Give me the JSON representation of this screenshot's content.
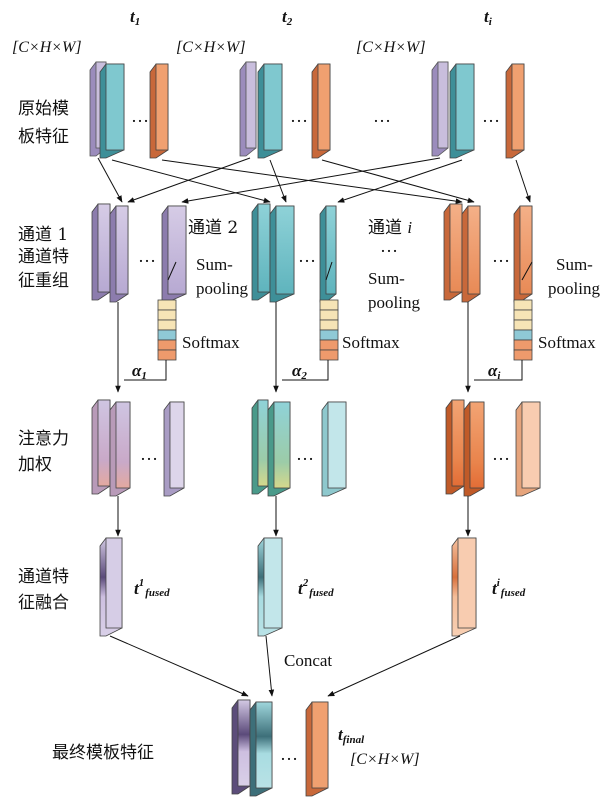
{
  "colors": {
    "purple": "#c9bedd",
    "purple_side": "#8c7cad",
    "teal": "#7fc8cf",
    "teal_side": "#3e8f98",
    "orange": "#f0a070",
    "orange_side": "#c8683a",
    "light_purple": "#ddd5ea",
    "light_teal": "#c2e6ea",
    "light_orange": "#f8ccb0",
    "softmax_top": "#f6e4b6",
    "softmax_mid": "#8fc9d6",
    "softmax_bottom": "#ee9a6c"
  },
  "top": {
    "t1_main": "t",
    "t1_sub": "1",
    "t2_main": "t",
    "t2_sub": "2",
    "ti_main": "t",
    "ti_sub": "i",
    "dim": "[C×H×W]",
    "dots": "…"
  },
  "rows": {
    "row1_line1": "原始模",
    "row1_line2": "板特征",
    "row2_line1": "通道 1",
    "row2_line2": "通道特",
    "row2_line3": "征重组",
    "row3_line1": "注意力",
    "row3_line2": "加权",
    "row4_line1": "通道特",
    "row4_line2": "征融合",
    "row5": "最终模板特征"
  },
  "channels": {
    "ch2": "通道 2",
    "chi_prefix": "通道 ",
    "chi_i": "i",
    "vdots": "…",
    "sum1": "Sum-",
    "sum2": "pooling",
    "softmax": "Softmax",
    "alpha": "α",
    "alpha1": "1",
    "alpha2": "2",
    "alphai": "i"
  },
  "fused": {
    "t": "t",
    "sup1": "1",
    "sup2": "2",
    "supi": "i",
    "sub": "fused",
    "concat": "Concat"
  },
  "final": {
    "t": "t",
    "sub": "final",
    "dim": "[C×H×W]"
  }
}
